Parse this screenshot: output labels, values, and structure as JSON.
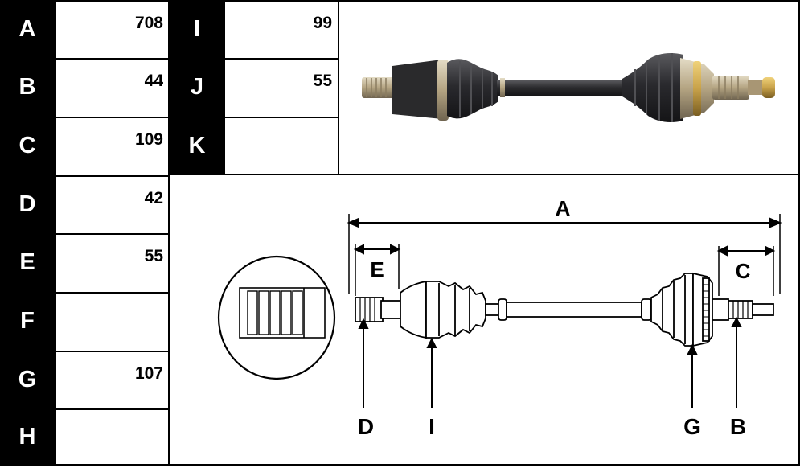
{
  "left_table": [
    {
      "label": "A",
      "value": "708"
    },
    {
      "label": "B",
      "value": "44"
    },
    {
      "label": "C",
      "value": "109"
    },
    {
      "label": "D",
      "value": "42"
    },
    {
      "label": "E",
      "value": "55"
    },
    {
      "label": "F",
      "value": ""
    },
    {
      "label": "G",
      "value": "107"
    },
    {
      "label": "H",
      "value": ""
    }
  ],
  "mid_table": [
    {
      "label": "I",
      "value": "99"
    },
    {
      "label": "J",
      "value": "55"
    },
    {
      "label": "K",
      "value": ""
    }
  ],
  "diagram": {
    "dim_a": "A",
    "dim_e": "E",
    "dim_c": "C",
    "pointer_d": "D",
    "pointer_i": "I",
    "pointer_g": "G",
    "pointer_b": "B"
  },
  "colors": {
    "label_bg": "#000000",
    "label_fg": "#ffffff",
    "photo_shaft": "#2b2b2e",
    "photo_metal": "#b9a98a",
    "photo_gold": "#c8a24a"
  }
}
